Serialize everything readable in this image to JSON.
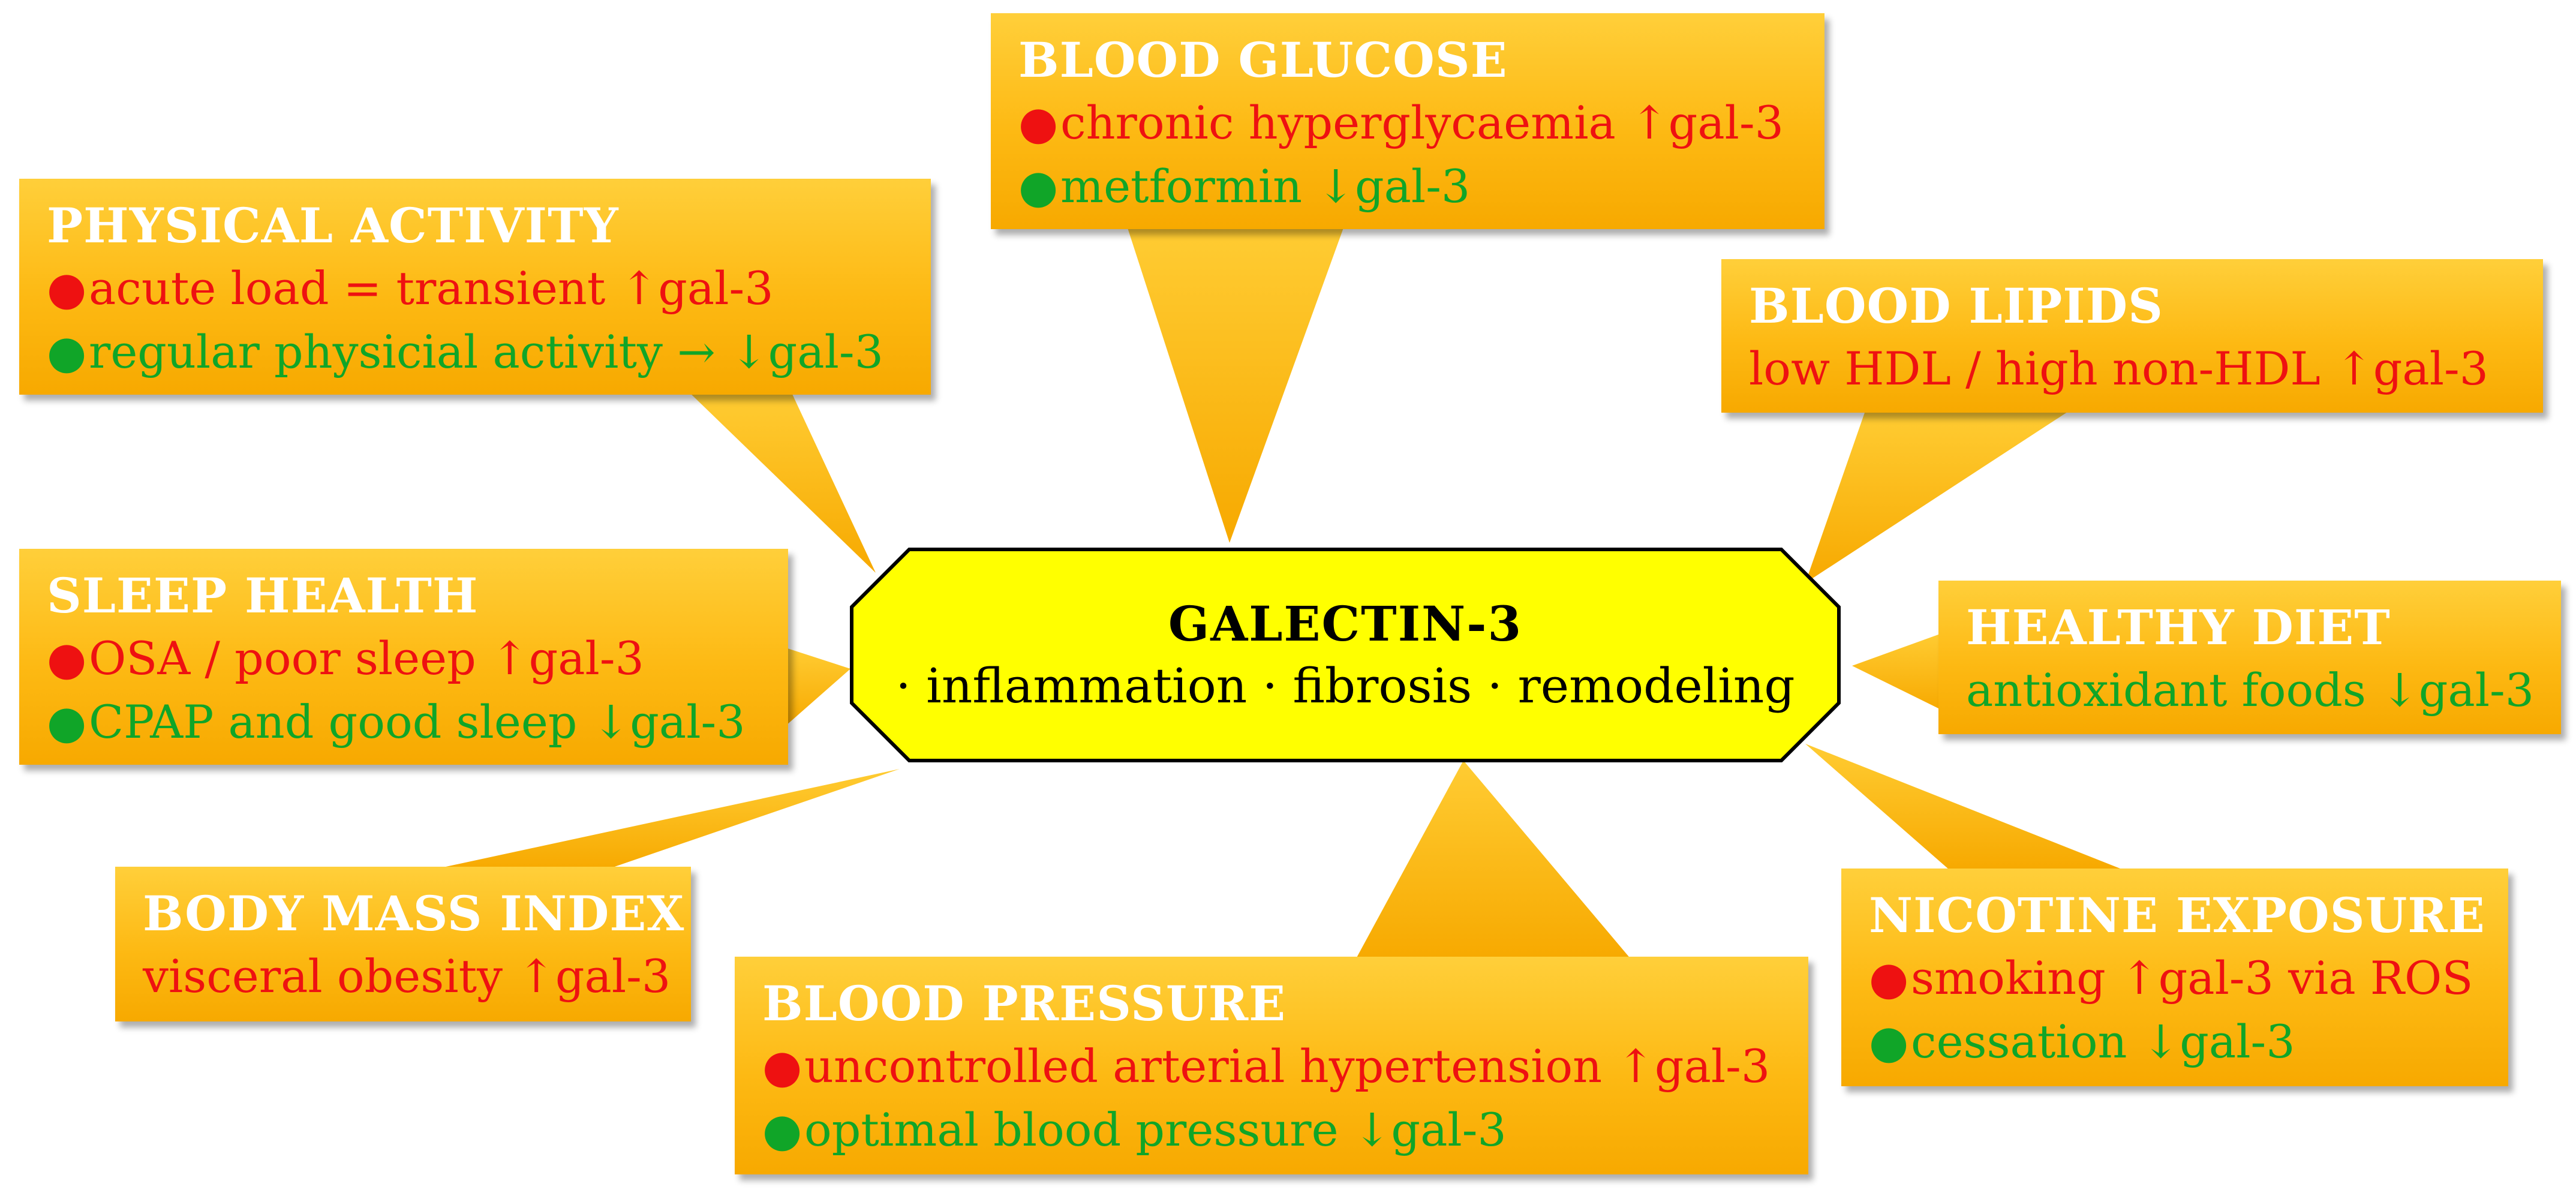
{
  "colors": {
    "box_fill": "#fdb913",
    "box_title": "#ffffff",
    "increase_text": "#ee1111",
    "decrease_text": "#10a528",
    "center_fill": "#ffff00",
    "center_stroke": "#000000"
  },
  "center": {
    "title": "GALECTIN-3",
    "subtitle": "· inflammation · fibrosis · remodeling"
  },
  "boxes": {
    "physical_activity": {
      "title": "PHYSICAL ACTIVITY",
      "lines": [
        "acute load = transient ↑gal-3",
        "regular physicial activity → ↓gal-3"
      ]
    },
    "blood_glucose": {
      "title": "BLOOD GLUCOSE",
      "lines": [
        "chronic hyperglycaemia ↑gal-3",
        "metformin ↓gal-3"
      ]
    },
    "blood_lipids": {
      "title": "BLOOD LIPIDS",
      "lines": [
        "low HDL / high non-HDL ↑gal-3"
      ]
    },
    "sleep_health": {
      "title": "SLEEP HEALTH",
      "lines": [
        "OSA / poor sleep ↑gal-3",
        "CPAP and good sleep ↓gal-3"
      ]
    },
    "healthy_diet": {
      "title": "HEALTHY DIET",
      "lines": [
        "antioxidant foods ↓gal-3"
      ]
    },
    "body_mass_index": {
      "title": "BODY MASS INDEX",
      "lines": [
        "visceral obesity ↑gal-3"
      ]
    },
    "blood_pressure": {
      "title": "BLOOD PRESSURE",
      "lines": [
        "uncontrolled arterial hypertension ↑gal-3",
        "optimal blood pressure ↓gal-3"
      ]
    },
    "nicotine_exposure": {
      "title": "NICOTINE EXPOSURE",
      "lines": [
        "smoking ↑gal-3 via ROS",
        "cessation ↓gal-3"
      ]
    }
  }
}
